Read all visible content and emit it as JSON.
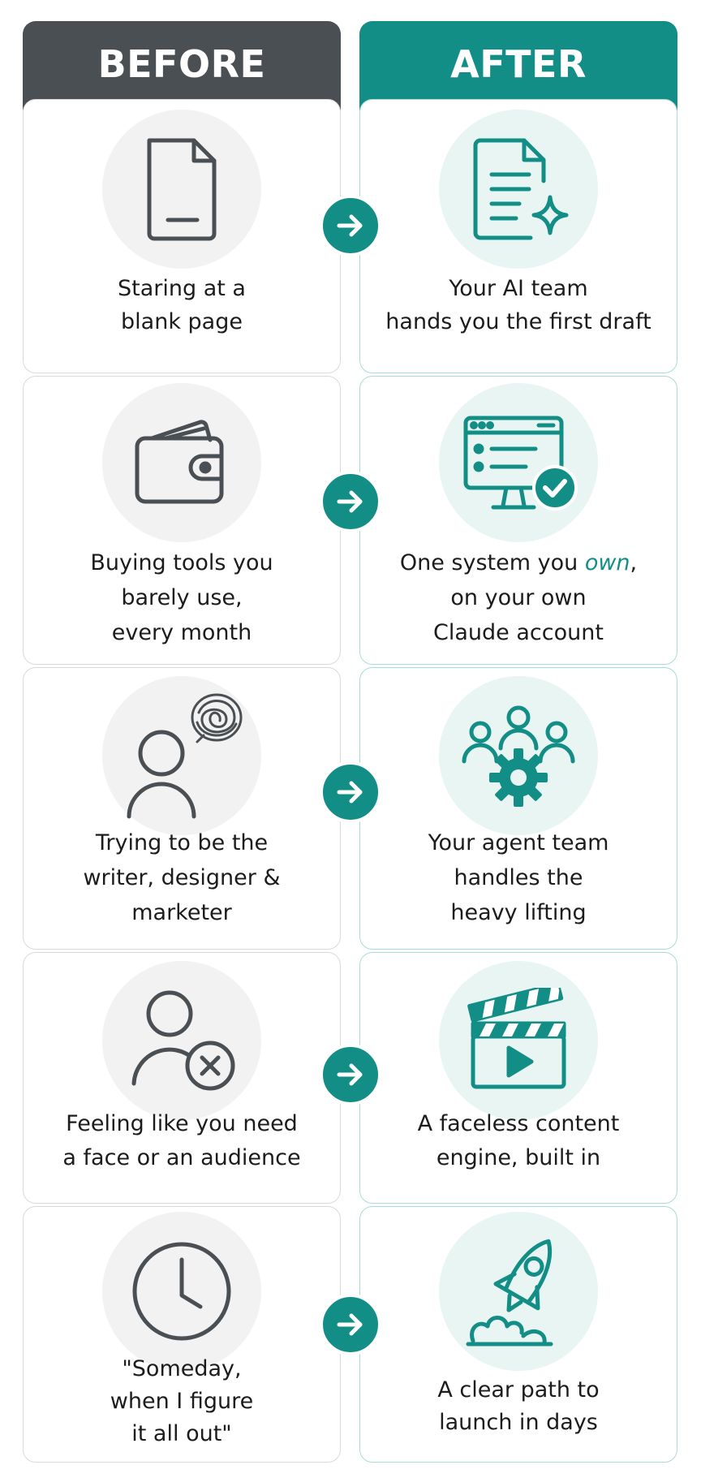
{
  "headers": {
    "before": "BEFORE",
    "after": "AFTER"
  },
  "rows": [
    {
      "before": {
        "icon": "blank-page-icon",
        "lines": [
          "Staring at a",
          "blank page"
        ]
      },
      "after": {
        "icon": "draft-document-sparkle-icon",
        "lines": [
          "Your AI team",
          "hands you the first draft"
        ]
      }
    },
    {
      "before": {
        "icon": "wallet-icon",
        "lines": [
          "Buying tools you",
          "barely use,",
          "every month"
        ]
      },
      "after": {
        "icon": "monitor-check-icon",
        "line1_pre": "One system you ",
        "line1_accent": "own",
        "line1_post": ",",
        "lines": [
          "on your own",
          "Claude account"
        ]
      }
    },
    {
      "before": {
        "icon": "overwhelmed-person-icon",
        "lines": [
          "Trying to be the",
          "writer, designer &",
          "marketer"
        ]
      },
      "after": {
        "icon": "team-gear-icon",
        "lines": [
          "Your agent team",
          "handles the",
          "heavy lifting"
        ]
      }
    },
    {
      "before": {
        "icon": "person-x-icon",
        "lines": [
          "Feeling like you need",
          "a face or an audience"
        ]
      },
      "after": {
        "icon": "clapperboard-play-icon",
        "lines": [
          "A faceless content",
          "engine, built in"
        ]
      }
    },
    {
      "before": {
        "icon": "clock-icon",
        "lines": [
          "\"Someday,",
          "when I figure",
          "it all out\""
        ]
      },
      "after": {
        "icon": "rocket-icon",
        "lines": [
          "A clear path to",
          "launch in days"
        ]
      }
    }
  ],
  "colors": {
    "before_header": "#4a4f54",
    "after_header": "#138e86",
    "accent": "#138e86",
    "icon_gray": "#4a4f54"
  }
}
